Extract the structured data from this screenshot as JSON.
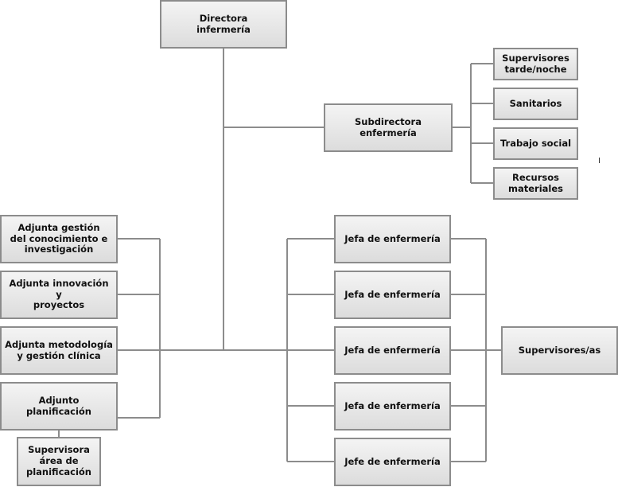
{
  "nodes": {
    "directora": [
      "Directora",
      "infermería"
    ],
    "subdirectora": [
      "Subdirectora",
      "enfermería"
    ],
    "supervisores_tn": [
      "Supervisores",
      "tarde/noche"
    ],
    "sanitarios": [
      "Sanitarios"
    ],
    "trabajo_social": [
      "Trabajo social"
    ],
    "recursos": [
      "Recursos",
      "materiales"
    ],
    "adj_gestion": [
      "Adjunta gestión",
      "del conocimiento e",
      "investigación"
    ],
    "adj_innovacion": [
      "Adjunta innovación y",
      "proyectos"
    ],
    "adj_metodologia": [
      "Adjunta metodología",
      "y gestión clínica"
    ],
    "adj_planificacion": [
      "Adjunto",
      "planificación"
    ],
    "sup_area": [
      "Supervisora",
      "área de",
      "planificación"
    ],
    "jefa1": [
      "Jefa de enfermería"
    ],
    "jefa2": [
      "Jefa de enfermería"
    ],
    "jefa3": [
      "Jefa de enfermería"
    ],
    "jefa4": [
      "Jefa de enfermería"
    ],
    "jefe5": [
      "Jefe de enfermería"
    ],
    "supervisores_as": [
      "Supervisores/as"
    ]
  }
}
